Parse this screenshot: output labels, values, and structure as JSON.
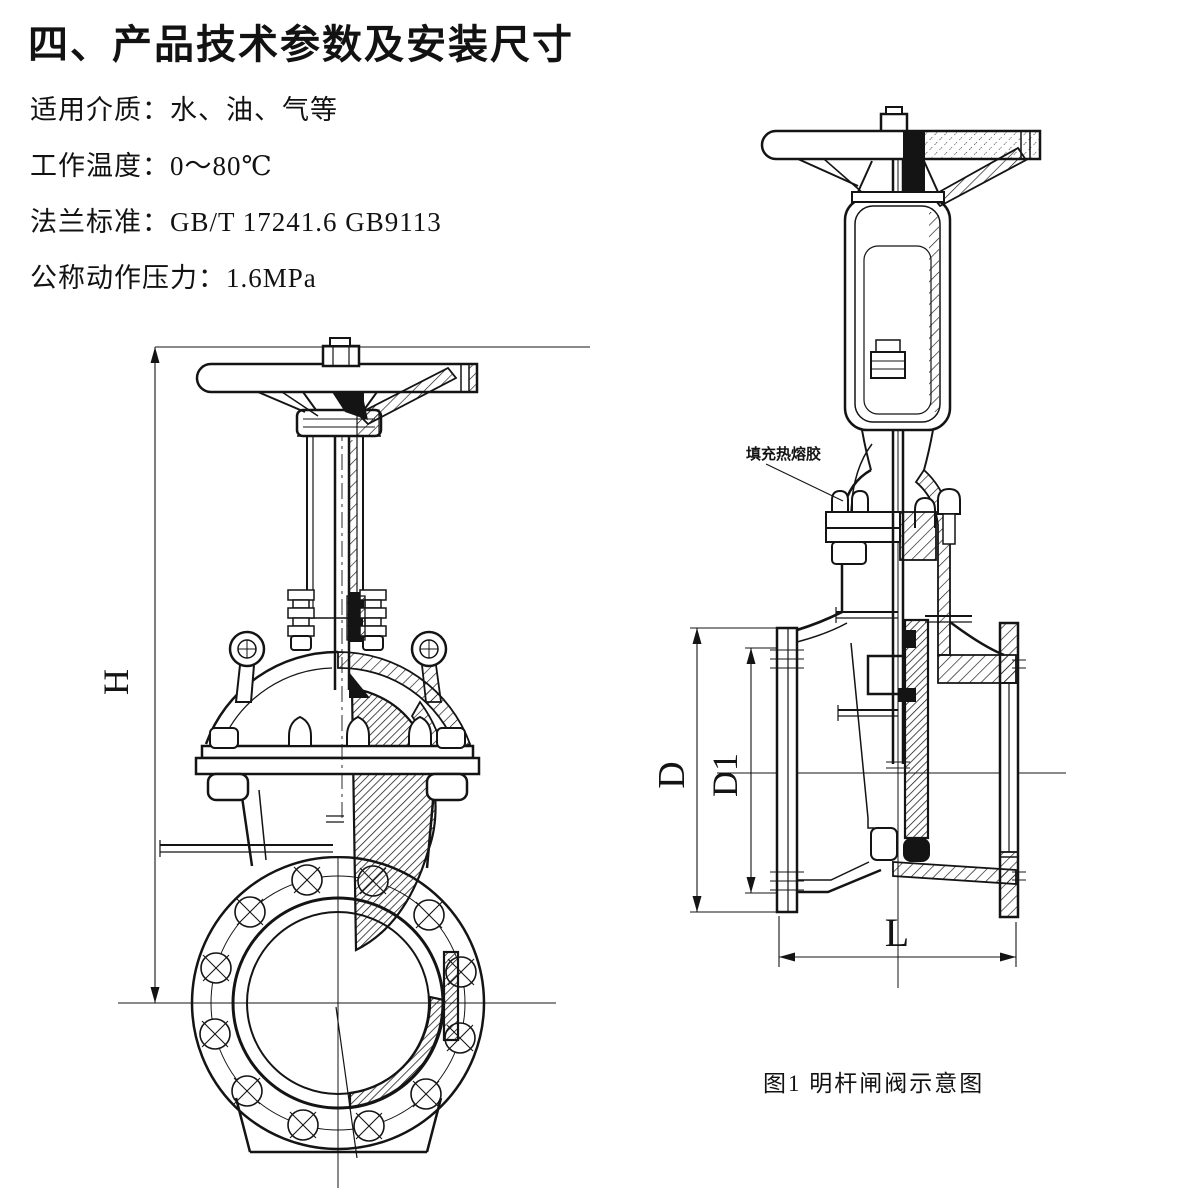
{
  "header": {
    "title": "四、产品技术参数及安装尺寸"
  },
  "specs": [
    {
      "label": "适用介质：",
      "value": "水、油、气等"
    },
    {
      "label": "工作温度：",
      "value": "0～80℃"
    },
    {
      "label": "法兰标准：",
      "value": "GB/T 17241.6 GB9113"
    },
    {
      "label": "公称动作压力：",
      "value": "1.6MPa"
    }
  ],
  "figure": {
    "caption": "图1  明杆闸阀示意图",
    "annotation": "填充热熔胶",
    "dims": {
      "H": "H",
      "D": "D",
      "D1": "D1",
      "L": "L"
    }
  },
  "colors": {
    "ink": "#141414",
    "paper": "#ffffff"
  }
}
